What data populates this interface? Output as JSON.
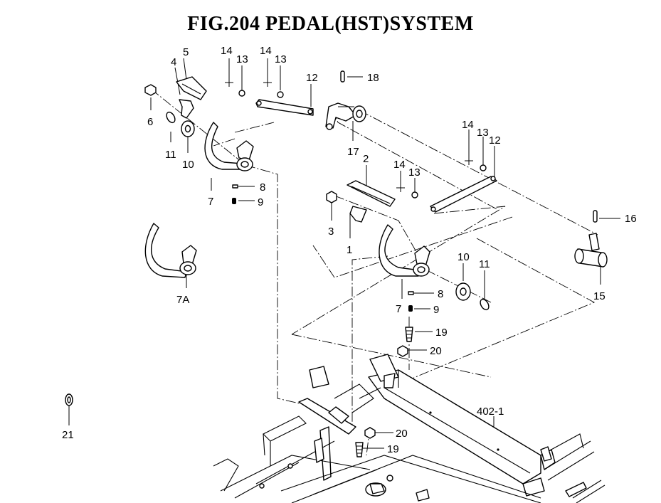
{
  "title": "FIG.204  PEDAL(HST)SYSTEM",
  "callouts": {
    "c1": "1",
    "c2": "2",
    "c3": "3",
    "c4": "4",
    "c5": "5",
    "c6": "6",
    "c7a": "7",
    "c7b": "7",
    "c7A": "7A",
    "c8a": "8",
    "c8b": "8",
    "c9a": "9",
    "c9b": "9",
    "c10a": "10",
    "c10b": "10",
    "c11a": "11",
    "c11b": "11",
    "c12a": "12",
    "c12b": "12",
    "c13a": "13",
    "c13b": "13",
    "c13c": "13",
    "c13d": "13",
    "c14a": "14",
    "c14b": "14",
    "c14c": "14",
    "c14d": "14",
    "c15": "15",
    "c16": "16",
    "c17": "17",
    "c18": "18",
    "c19a": "19",
    "c19b": "19",
    "c20a": "20",
    "c20b": "20",
    "c21": "21",
    "c402": "402-1"
  }
}
